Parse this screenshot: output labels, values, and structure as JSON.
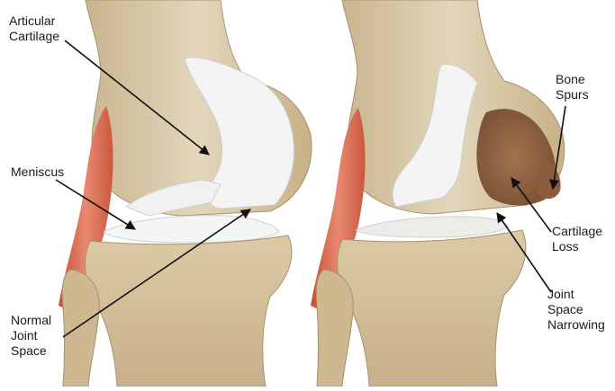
{
  "labels": {
    "articular_cartilage": [
      "Articular",
      "Cartilage"
    ],
    "meniscus": [
      "Meniscus"
    ],
    "normal_joint_space": [
      "Normal",
      "Joint",
      "Space"
    ],
    "bone_spurs": [
      "Bone",
      "Spurs"
    ],
    "cartilage_loss": [
      "Cartilage",
      "Loss"
    ],
    "joint_space_narrowing": [
      "Joint",
      "Space",
      "Narrowing"
    ]
  },
  "colors": {
    "bone": "#d9c9a8",
    "bone_shadow": "#b9a27c",
    "cartilage": "#f4f5f4",
    "muscle": "#d8664c",
    "damaged": "#8a5a3c",
    "arrow": "#111111"
  }
}
